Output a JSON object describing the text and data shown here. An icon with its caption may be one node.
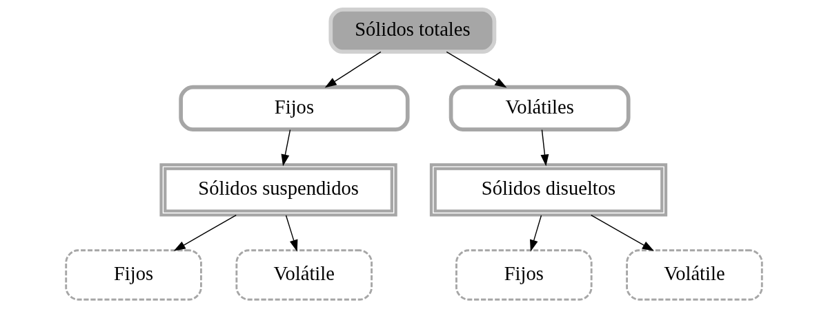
{
  "diagram": {
    "nodes": [
      {
        "text": [
          "Sólidos totales"
        ]
      },
      {
        "text": [
          "Fijos"
        ]
      },
      {
        "text": [
          "Volátiles"
        ]
      },
      {
        "text": [
          "Sólidos suspendidos"
        ]
      },
      {
        "text": [
          "Sólidos disueltos"
        ]
      },
      {
        "text": [
          "Fijos"
        ]
      },
      {
        "text": [
          "Volátile"
        ]
      },
      {
        "text": [
          "Fijos"
        ]
      },
      {
        "text": [
          "Volátile"
        ]
      }
    ],
    "edges": [
      {
        "from": 0,
        "to": 1,
        "arrow": "to"
      },
      {
        "from": 0,
        "to": 2,
        "arrow": "to"
      },
      {
        "from": 1,
        "to": 3,
        "arrow": "to"
      },
      {
        "from": 2,
        "to": 4,
        "arrow": "to"
      },
      {
        "from": 3,
        "to": 5,
        "arrow": "to"
      },
      {
        "from": 3,
        "to": 6,
        "arrow": "to"
      },
      {
        "from": 4,
        "to": 7,
        "arrow": "to"
      },
      {
        "from": 4,
        "to": 8,
        "arrow": "to"
      }
    ]
  }
}
